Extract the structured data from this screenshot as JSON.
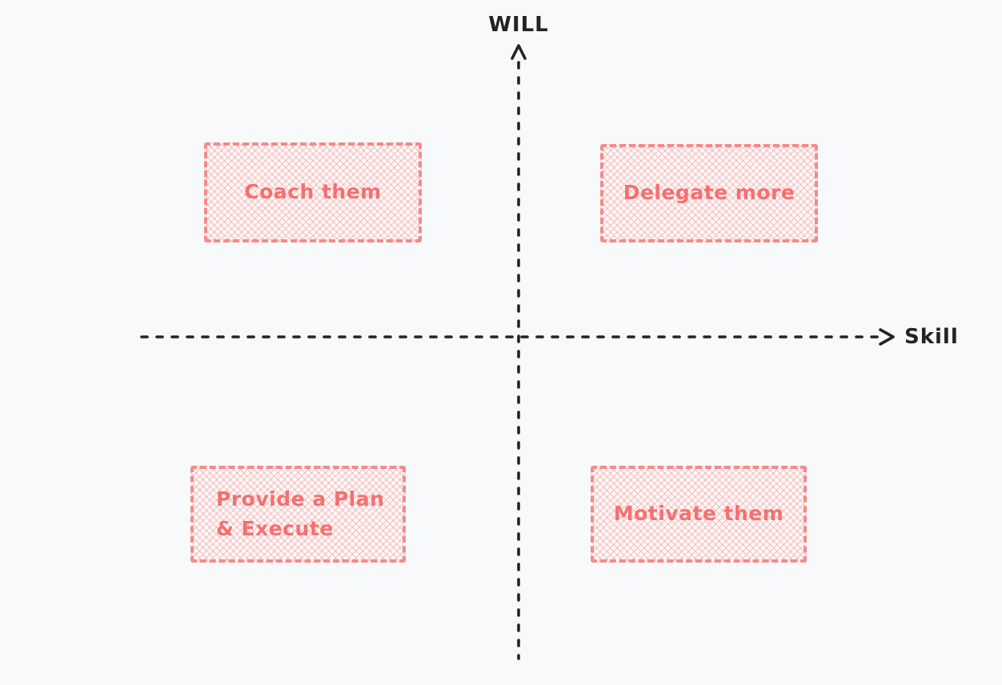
{
  "diagram": {
    "type": "quadrant-matrix",
    "y_axis_label": "WILL",
    "x_axis_label": "Skill",
    "quadrants": [
      {
        "position": "top-left",
        "meaning": "high will / low skill",
        "label": "Coach them"
      },
      {
        "position": "top-right",
        "meaning": "high will / high skill",
        "label": "Delegate more"
      },
      {
        "position": "bottom-left",
        "meaning": "low will / low skill",
        "label": "Provide a Plan & Execute"
      },
      {
        "position": "bottom-right",
        "meaning": "low will / high skill",
        "label": "Motivate them"
      }
    ]
  },
  "colors": {
    "background": "#f8f9fb",
    "axis": "#232323",
    "box_border": "#f48a8a",
    "box_text": "#f47070",
    "box_fill": "#fdf8f8",
    "box_hatch": "rgba(244,138,138,0.40)"
  }
}
